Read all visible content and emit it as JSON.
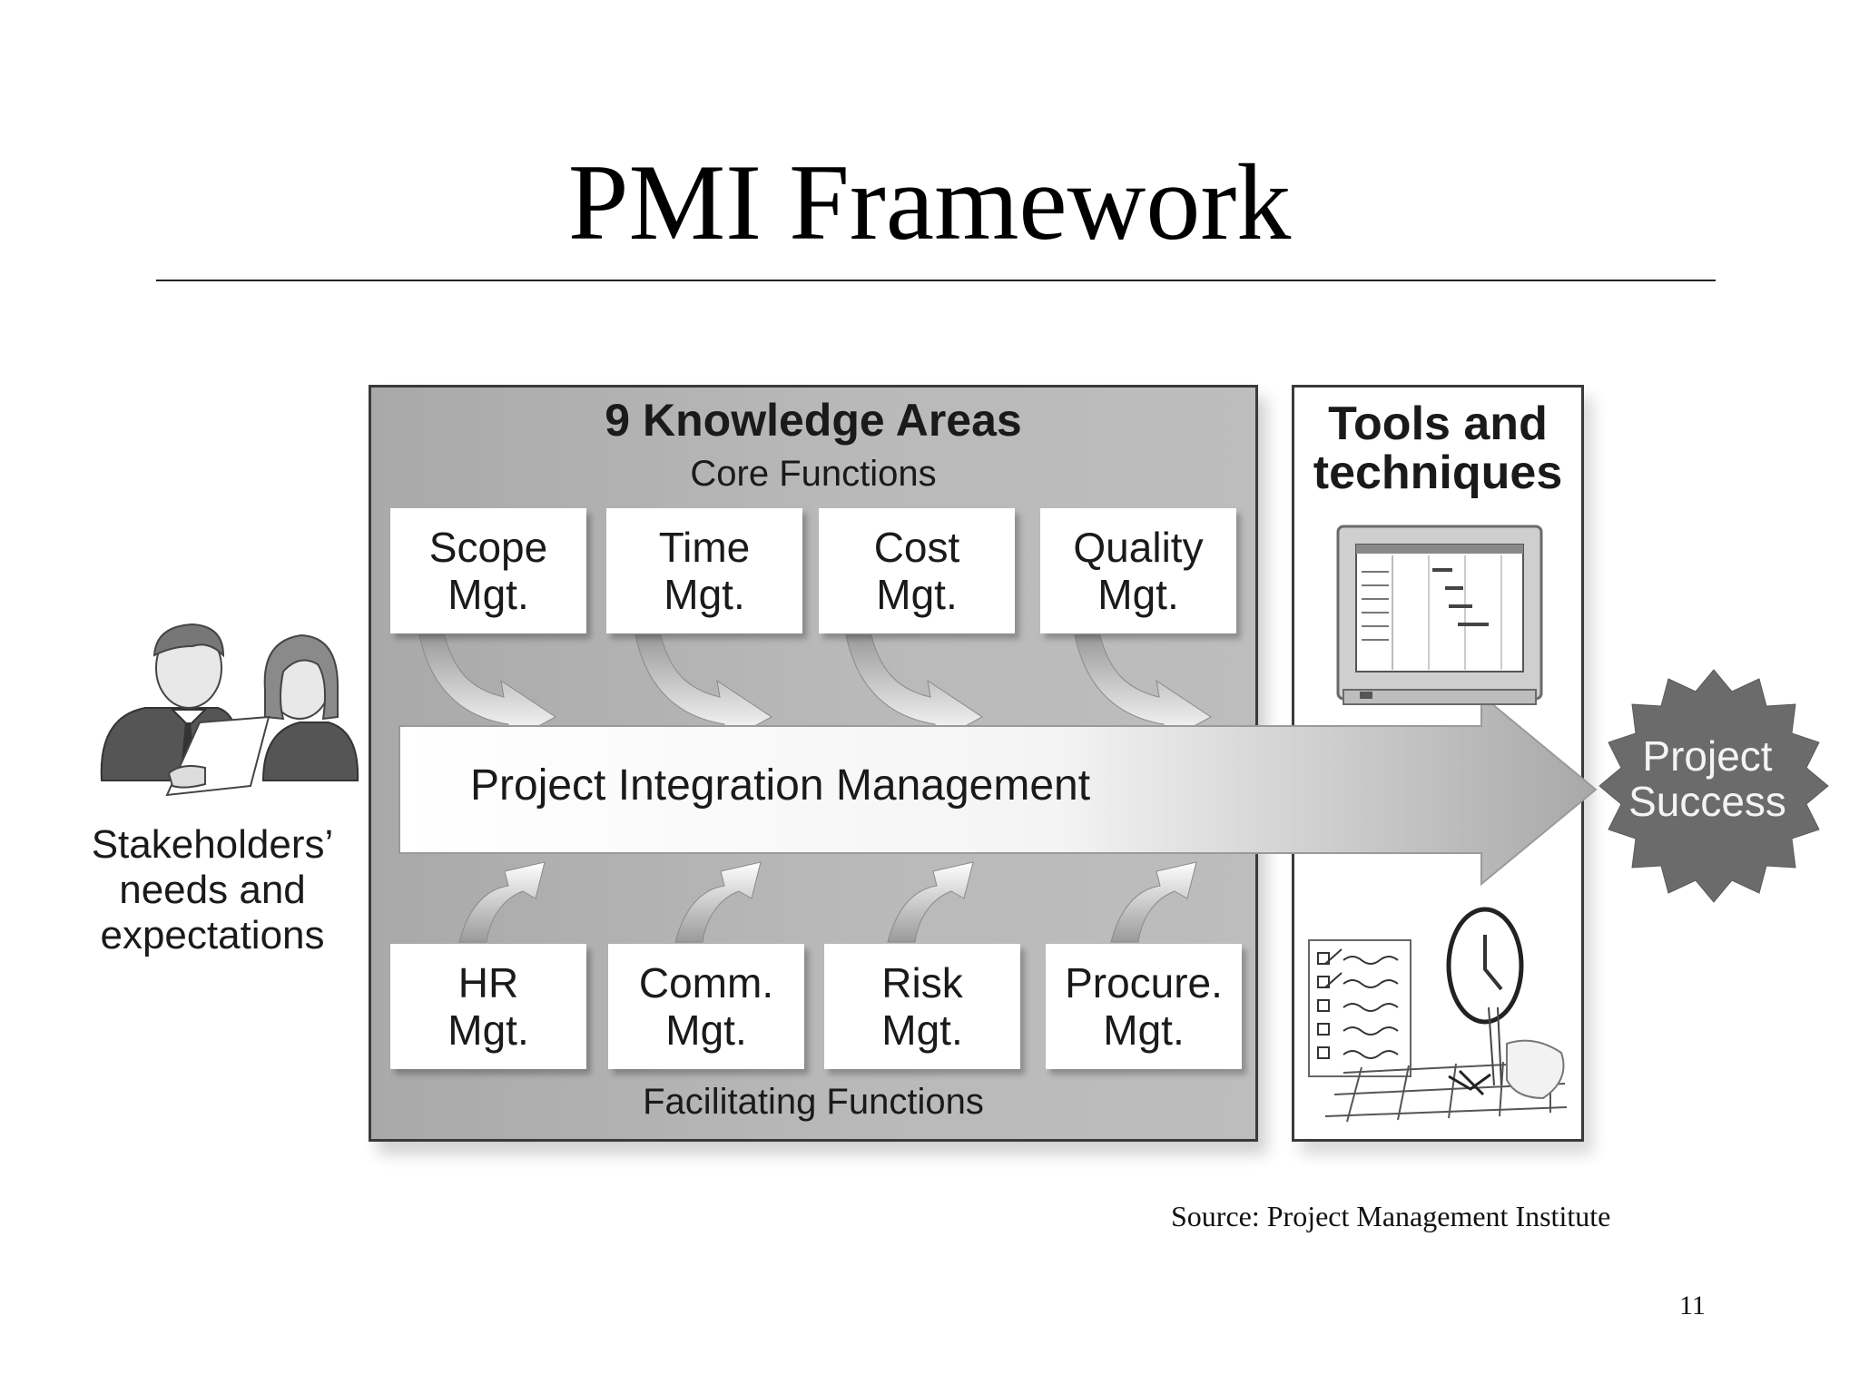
{
  "slide": {
    "title": "PMI Framework",
    "page_number": "11"
  },
  "diagram": {
    "knowledge_areas_title": "9 Knowledge Areas",
    "core_label": "Core Functions",
    "facilitating_label": "Facilitating Functions",
    "core_functions": [
      {
        "line1": "Scope",
        "line2": "Mgt."
      },
      {
        "line1": "Time",
        "line2": "Mgt."
      },
      {
        "line1": "Cost",
        "line2": "Mgt."
      },
      {
        "line1": "Quality",
        "line2": "Mgt."
      }
    ],
    "facilitating_functions": [
      {
        "line1": "HR",
        "line2": "Mgt."
      },
      {
        "line1": "Comm.",
        "line2": "Mgt."
      },
      {
        "line1": "Risk",
        "line2": "Mgt."
      },
      {
        "line1": "Procure.",
        "line2": "Mgt."
      }
    ],
    "integration": "Project Integration Management",
    "tools_title_line1": "Tools and",
    "tools_title_line2": "techniques",
    "stakeholders_line1": "Stakeholders’",
    "stakeholders_line2": "needs and",
    "stakeholders_line3": "expectations",
    "success_line1": "Project",
    "success_line2": "Success"
  },
  "source": "Source: Project Management Institute"
}
